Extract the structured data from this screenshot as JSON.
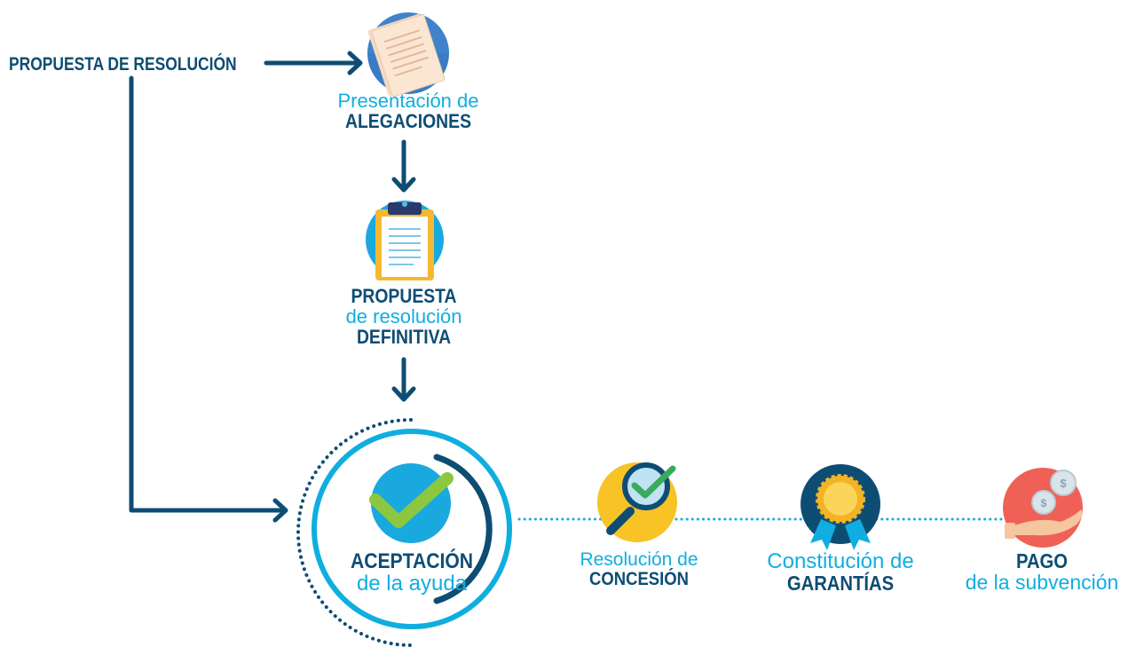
{
  "start": {
    "label": "PROPUESTA DE RESOLUCIÓN"
  },
  "alegaciones": {
    "line1": "Presentación de",
    "line2": "ALEGACIONES",
    "icon": "documents-icon"
  },
  "definitiva": {
    "line1": "PROPUESTA",
    "line2": "de resolución",
    "line3": "DEFINITIVA",
    "icon": "clipboard-icon"
  },
  "aceptacion": {
    "line1": "ACEPTACIÓN",
    "line2": "de la ayuda",
    "icon": "checkmark-icon"
  },
  "concesion": {
    "line1": "Resolución de",
    "line2": "CONCESIÓN",
    "icon": "magnifier-check-icon"
  },
  "garantias": {
    "line1": "Constitución de",
    "line2": "GARANTÍAS",
    "icon": "award-medal-icon"
  },
  "pago": {
    "line1": "PAGO",
    "line2": "de la subvención",
    "icon": "hand-coins-icon"
  },
  "colors": {
    "dark": "#0e4d73",
    "light": "#10aee0",
    "green": "#8dc63f",
    "yellow": "#f7c325",
    "red": "#ef6156",
    "blue_circle": "#1aa9df"
  }
}
